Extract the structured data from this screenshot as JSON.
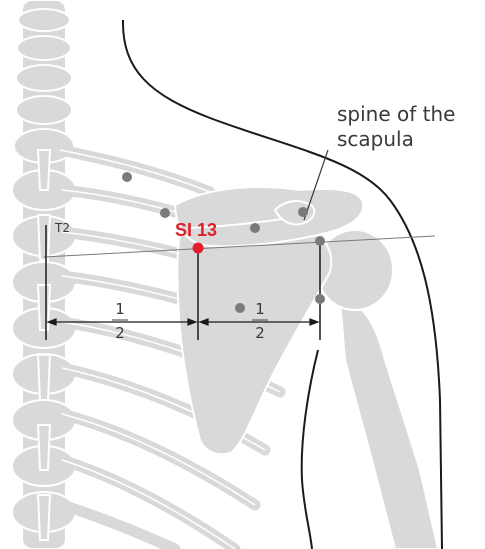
{
  "labels": {
    "structure_line1": "spine of the",
    "structure_line2": "scapula",
    "vertebra": "T2",
    "point_name": "SI 13",
    "frac_left_num": "1",
    "frac_left_den": "2",
    "frac_right_num": "1",
    "frac_right_den": "2"
  },
  "colors": {
    "bone_fill": "#d9d9d9",
    "bone_stroke": "#ffffff",
    "outline": "#1a1a1a",
    "landmark": "#7a7a7a",
    "acupoint": "#e0202a",
    "text": "#3a3a3a"
  }
}
